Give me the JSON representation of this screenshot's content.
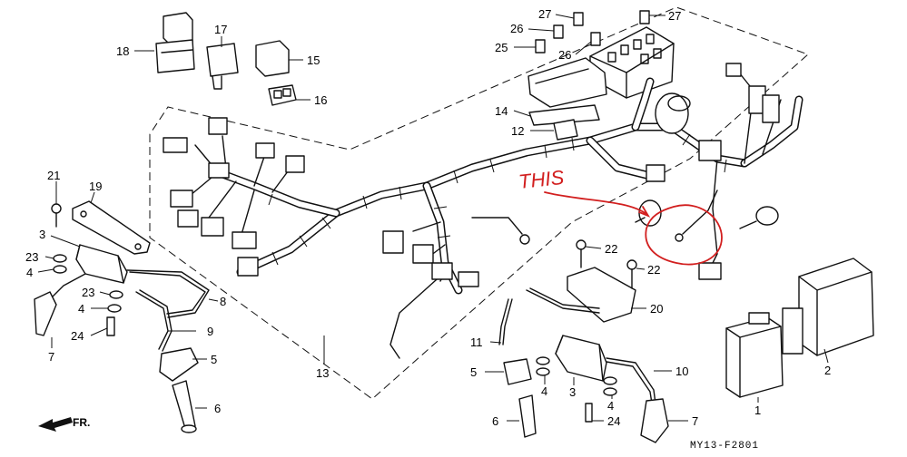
{
  "diagram": {
    "code": "MY13-F2801",
    "direction_label": "FR.",
    "annotation": {
      "text": "THIS",
      "color": "#d21f1f"
    },
    "callouts": {
      "c18": "18",
      "c17": "17",
      "c15": "15",
      "c16": "16",
      "c27a": "27",
      "c27b": "27",
      "c26a": "26",
      "c26b": "26",
      "c25": "25",
      "c14": "14",
      "c12": "12",
      "c21": "21",
      "c19": "19",
      "c3a": "3",
      "c23a": "23",
      "c4a": "4",
      "c23b": "23",
      "c4b": "4",
      "c24a": "24",
      "c8": "8",
      "c9": "9",
      "c7a": "7",
      "c5a": "5",
      "c6a": "6",
      "c13": "13",
      "c22a": "22",
      "c22b": "22",
      "c20": "20",
      "c11": "11",
      "c5b": "5",
      "c4c": "4",
      "c3b": "3",
      "c4d": "4",
      "c10": "10",
      "c6b": "6",
      "c24b": "24",
      "c7b": "7",
      "c2": "2",
      "c1": "1"
    }
  }
}
